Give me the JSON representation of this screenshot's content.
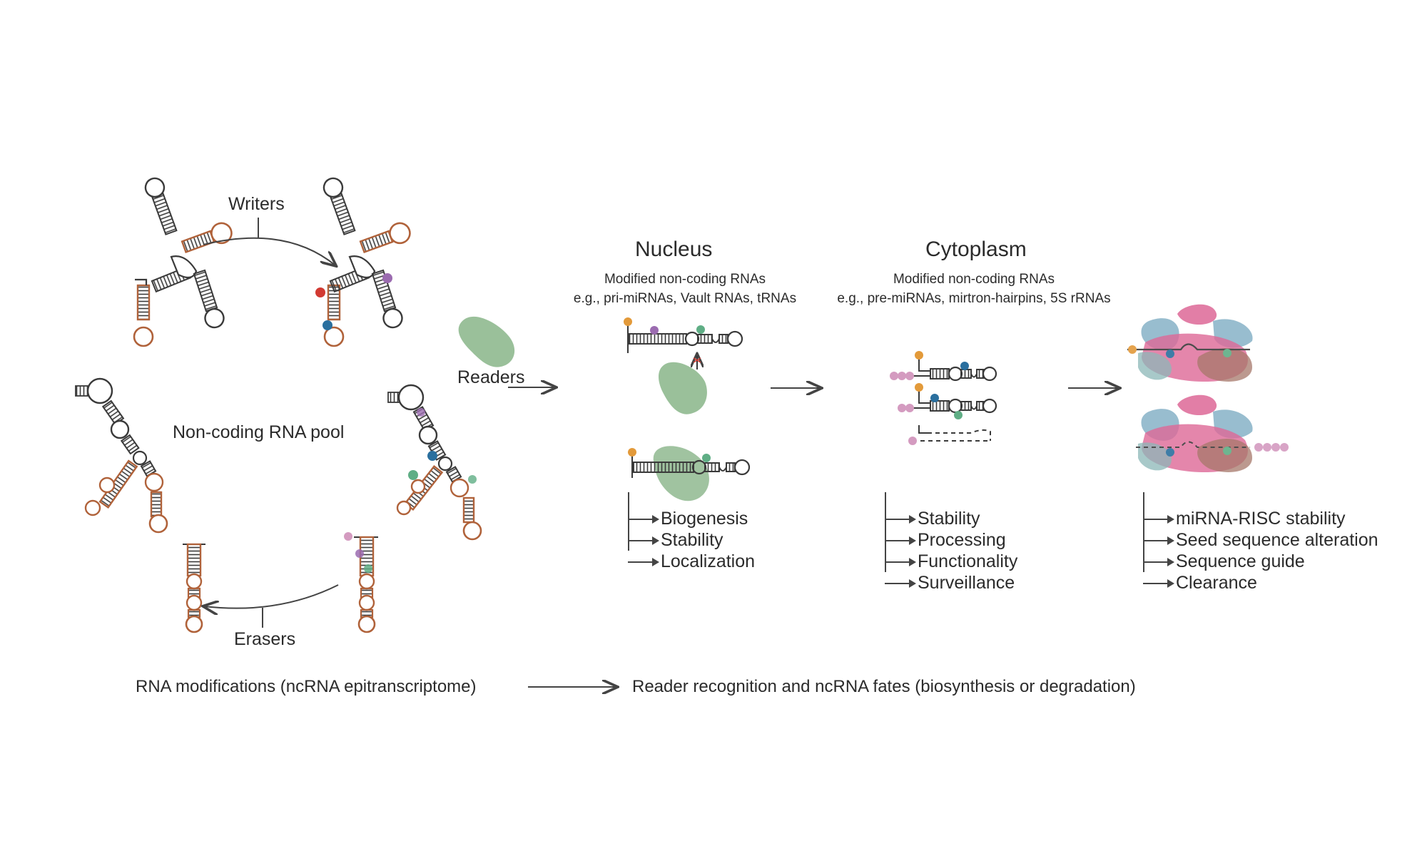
{
  "figure": {
    "left_panel": {
      "writers_label": "Writers",
      "pool_label": "Non-coding RNA pool",
      "erasers_label": "Erasers",
      "readers_label": "Readers"
    },
    "nucleus": {
      "title": "Nucleus",
      "subtitle_line1": "Modified non-coding RNAs",
      "subtitle_line2": "e.g., pri-miRNAs, Vault RNAs, tRNAs",
      "fates": [
        "Biogenesis",
        "Stability",
        "Localization"
      ]
    },
    "cytoplasm": {
      "title": "Cytoplasm",
      "subtitle_line1": "Modified non-coding RNAs",
      "subtitle_line2": "e.g., pre-miRNAs, mirtron-hairpins, 5S rRNAs",
      "fates": [
        "Stability",
        "Processing",
        "Functionality",
        "Surveillance"
      ]
    },
    "risc": {
      "fates": [
        "miRNA-RISC stability",
        "Seed sequence alteration",
        "Sequence guide",
        "Clearance"
      ]
    },
    "caption": {
      "left": "RNA modifications (ncRNA epitranscriptome)",
      "right": "Reader recognition and ncRNA fates (biosynthesis or degradation)"
    },
    "colors": {
      "rna_outline": "#3a3a3a",
      "modified_strand": "#b0623a",
      "reader_green": "#8fb98f",
      "mod_orange": "#e39a3a",
      "mod_purple": "#9b6bb0",
      "mod_green": "#5fae85",
      "mod_blue": "#2a6f9e",
      "mod_red": "#d23a32",
      "mod_pink": "#d49bc0",
      "risc_pink": "#d9578b",
      "risc_blue": "#6fa3bd",
      "risc_teal": "#7fb0b0",
      "risc_brown": "#9c6a5a"
    }
  }
}
